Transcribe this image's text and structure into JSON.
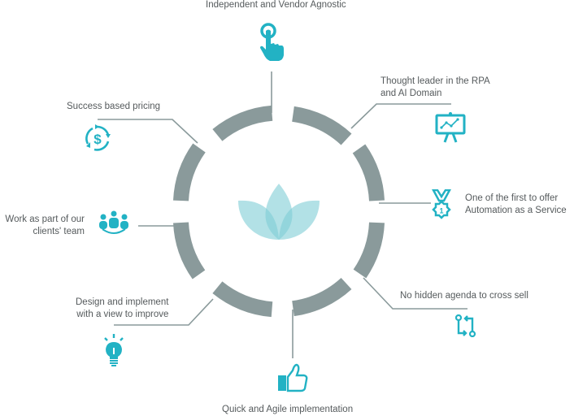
{
  "diagram": {
    "center_icon": "lotus-icon",
    "colors": {
      "ring": "#8a9a9b",
      "connector": "#8a9a9b",
      "icon": "#22b2c4",
      "lotus": "#7fcdd6",
      "text": "#555a5c"
    },
    "items": [
      {
        "id": "vendor",
        "label": "Independent and Vendor Agnostic",
        "icon": "tap-finger-icon"
      },
      {
        "id": "thought",
        "label_line1": "Thought leader in the RPA",
        "label_line2": "and AI Domain",
        "icon": "presentation-chart-icon"
      },
      {
        "id": "first",
        "label_line1": "One of the first to offer",
        "label_line2": "Automation as a Service",
        "icon": "medal-number-one-icon"
      },
      {
        "id": "hidden",
        "label": "No hidden agenda to cross sell",
        "icon": "git-compare-arrows-icon"
      },
      {
        "id": "agile",
        "label": "Quick and Agile  implementation",
        "icon": "thumbs-up-icon"
      },
      {
        "id": "design",
        "label_line1": "Design and implement",
        "label_line2": "with a view to improve",
        "icon": "light-bulb-icon"
      },
      {
        "id": "team",
        "label_line1": "Work as part of our",
        "label_line2": "clients' team",
        "icon": "team-group-icon"
      },
      {
        "id": "pricing",
        "label": "Success based pricing",
        "icon": "dollar-cycle-icon"
      }
    ]
  }
}
